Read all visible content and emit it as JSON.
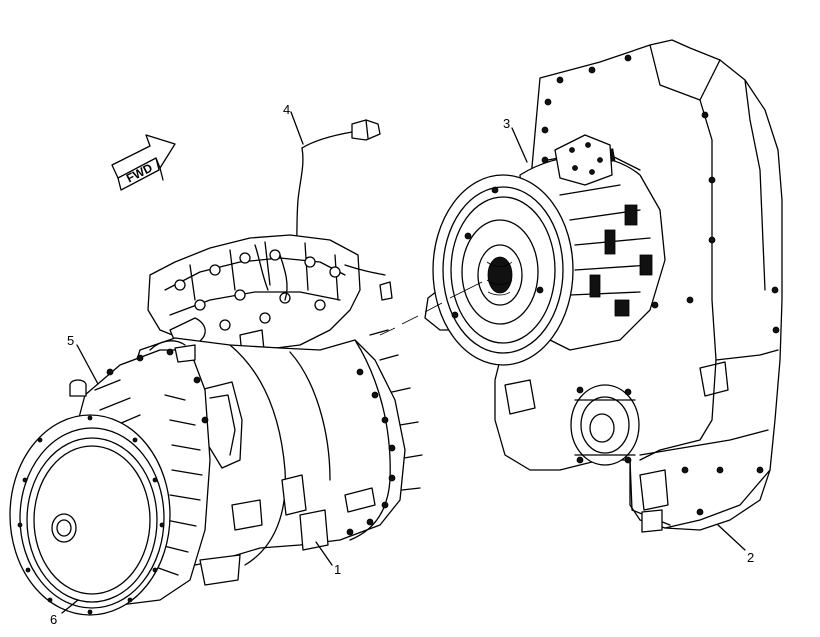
{
  "callouts": [
    {
      "id": "1",
      "text": "1"
    },
    {
      "id": "2",
      "text": "2"
    },
    {
      "id": "3",
      "text": "3"
    },
    {
      "id": "4",
      "text": "4"
    },
    {
      "id": "5",
      "text": "5"
    },
    {
      "id": "6",
      "text": "6"
    }
  ],
  "direction_arrow": {
    "text": "FWD"
  }
}
